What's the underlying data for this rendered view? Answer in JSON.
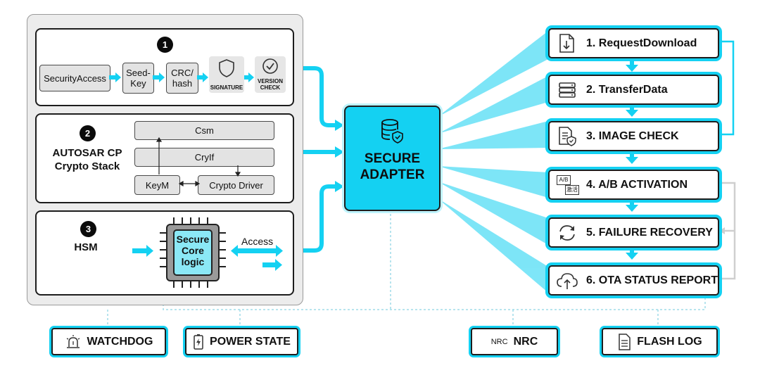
{
  "group1": {
    "badge": "1",
    "steps": [
      "SecurityAccess",
      "Seed-\nKey",
      "CRC/\nhash"
    ],
    "signature_label": "SIGNATURE",
    "version_label": "VERSION\nCHECK"
  },
  "group2": {
    "badge": "2",
    "title": "AUTOSAR CP\nCrypto Stack",
    "csm": "Csm",
    "cryif": "CryIf",
    "keym": "KeyM",
    "crypto_driver": "Crypto Driver"
  },
  "group3": {
    "badge": "3",
    "title": "HSM",
    "core_label": "Secure\nCore\nlogic",
    "access_label": "Access"
  },
  "adapter": {
    "title": "SECURE\nADAPTER",
    "icon": "database-shield-icon"
  },
  "steps": [
    {
      "label": "1. RequestDownload",
      "icon": "download-document-icon"
    },
    {
      "label": "2. TransferData",
      "icon": "server-stack-icon"
    },
    {
      "label": "3. IMAGE CHECK",
      "icon": "document-shield-icon"
    },
    {
      "label": "4. A/B ACTIVATION",
      "icon": "ab-switch-icon",
      "icon_text_top": "A/B",
      "icon_text_bottom": "激活"
    },
    {
      "label": "5. FAILURE RECOVERY",
      "icon": "refresh-icon"
    },
    {
      "label": "6. OTA STATUS REPORT",
      "icon": "cloud-upload-icon"
    }
  ],
  "bottom": {
    "watchdog": {
      "label": "WATCHDOG",
      "icon": "siren-icon"
    },
    "power": {
      "label": "POWER STATE",
      "icon": "battery-icon"
    },
    "nrc": {
      "prefix": "NRC",
      "label": "NRC"
    },
    "flashlog": {
      "label": "FLASH LOG",
      "icon": "document-icon"
    }
  },
  "colors": {
    "accent": "#14d1f2",
    "accent_light": "#bff3fc",
    "box_gray": "#e3e3e3",
    "panel_gray": "#ececec"
  }
}
